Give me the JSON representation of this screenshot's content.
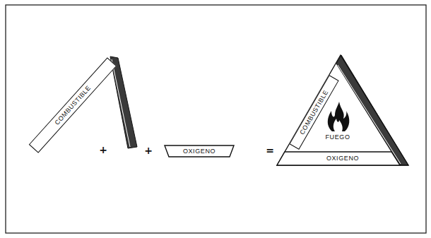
{
  "diagram": {
    "nodes": [
      {
        "text": [
          "COMBUSTIBLE"
        ]
      },
      {
        "text": [
          "OXIGENO"
        ]
      },
      {
        "text": [
          "FUEGO"
        ]
      },
      {
        "text": [
          "COMBUSTIBLE"
        ],
        "in": 2
      },
      {
        "text": [
          "OXIGENO"
        ],
        "in": 2
      }
    ],
    "labels": [
      "+",
      "+",
      "="
    ]
  }
}
